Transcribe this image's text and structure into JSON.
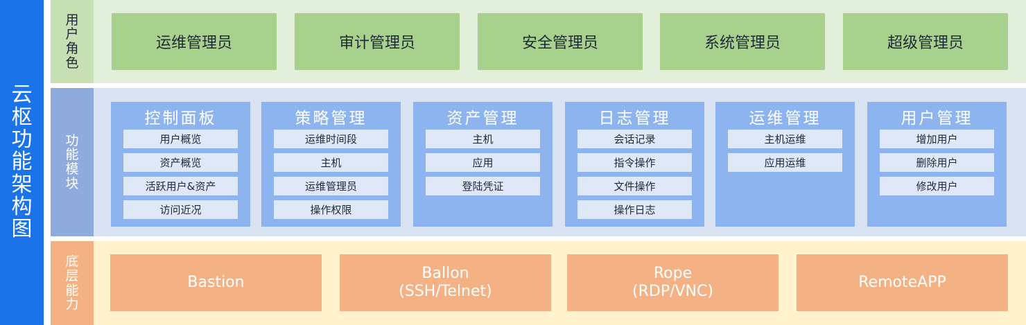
{
  "title": "云枢功能架构图",
  "roles": {
    "label": "用户角色",
    "items": [
      "运维管理员",
      "审计管理员",
      "安全管理员",
      "系统管理员",
      "超级管理员"
    ]
  },
  "modules": {
    "label": "功能模块",
    "items": [
      {
        "title": "控制面板",
        "items": [
          "用户概览",
          "资产概览",
          "活跃用户&资产",
          "访问近况"
        ]
      },
      {
        "title": "策略管理",
        "items": [
          "运维时间段",
          "主机",
          "运维管理员",
          "操作权限"
        ]
      },
      {
        "title": "资产管理",
        "items": [
          "主机",
          "应用",
          "登陆凭证"
        ]
      },
      {
        "title": "日志管理",
        "items": [
          "会话记录",
          "指令操作",
          "文件操作",
          "操作日志"
        ]
      },
      {
        "title": "运维管理",
        "items": [
          "主机运维",
          "应用运维"
        ]
      },
      {
        "title": "用户管理",
        "items": [
          "增加用户",
          "删除用户",
          "修改用户"
        ]
      }
    ]
  },
  "base": {
    "label": "底层能力",
    "items": [
      {
        "line1": "Bastion",
        "line2": ""
      },
      {
        "line1": "Ballon",
        "line2": "(SSH/Telnet)"
      },
      {
        "line1": "Rope",
        "line2": "(RDP/VNC)"
      },
      {
        "line1": "RemoteAPP",
        "line2": ""
      }
    ]
  }
}
